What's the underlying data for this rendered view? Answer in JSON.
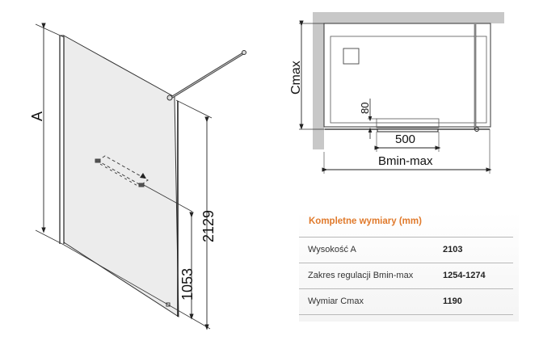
{
  "diagram": {
    "left_view": {
      "labels": {
        "height_A": "A",
        "dim_total": "2129",
        "dim_lower": "1053"
      }
    },
    "top_view": {
      "labels": {
        "depth": "Cmax",
        "shelf_offset": "80",
        "shelf_width": "500",
        "width": "Bmin-max"
      }
    }
  },
  "table": {
    "title": "Kompletne wymiary (mm)",
    "title_color": "#e07a2c",
    "rows": [
      {
        "label": "Wysokość A",
        "value": "2103"
      },
      {
        "label": "Zakres regulacji Bmin-max",
        "value": "1254-1274"
      },
      {
        "label": "Wymiar Cmax",
        "value": "1190"
      }
    ]
  }
}
